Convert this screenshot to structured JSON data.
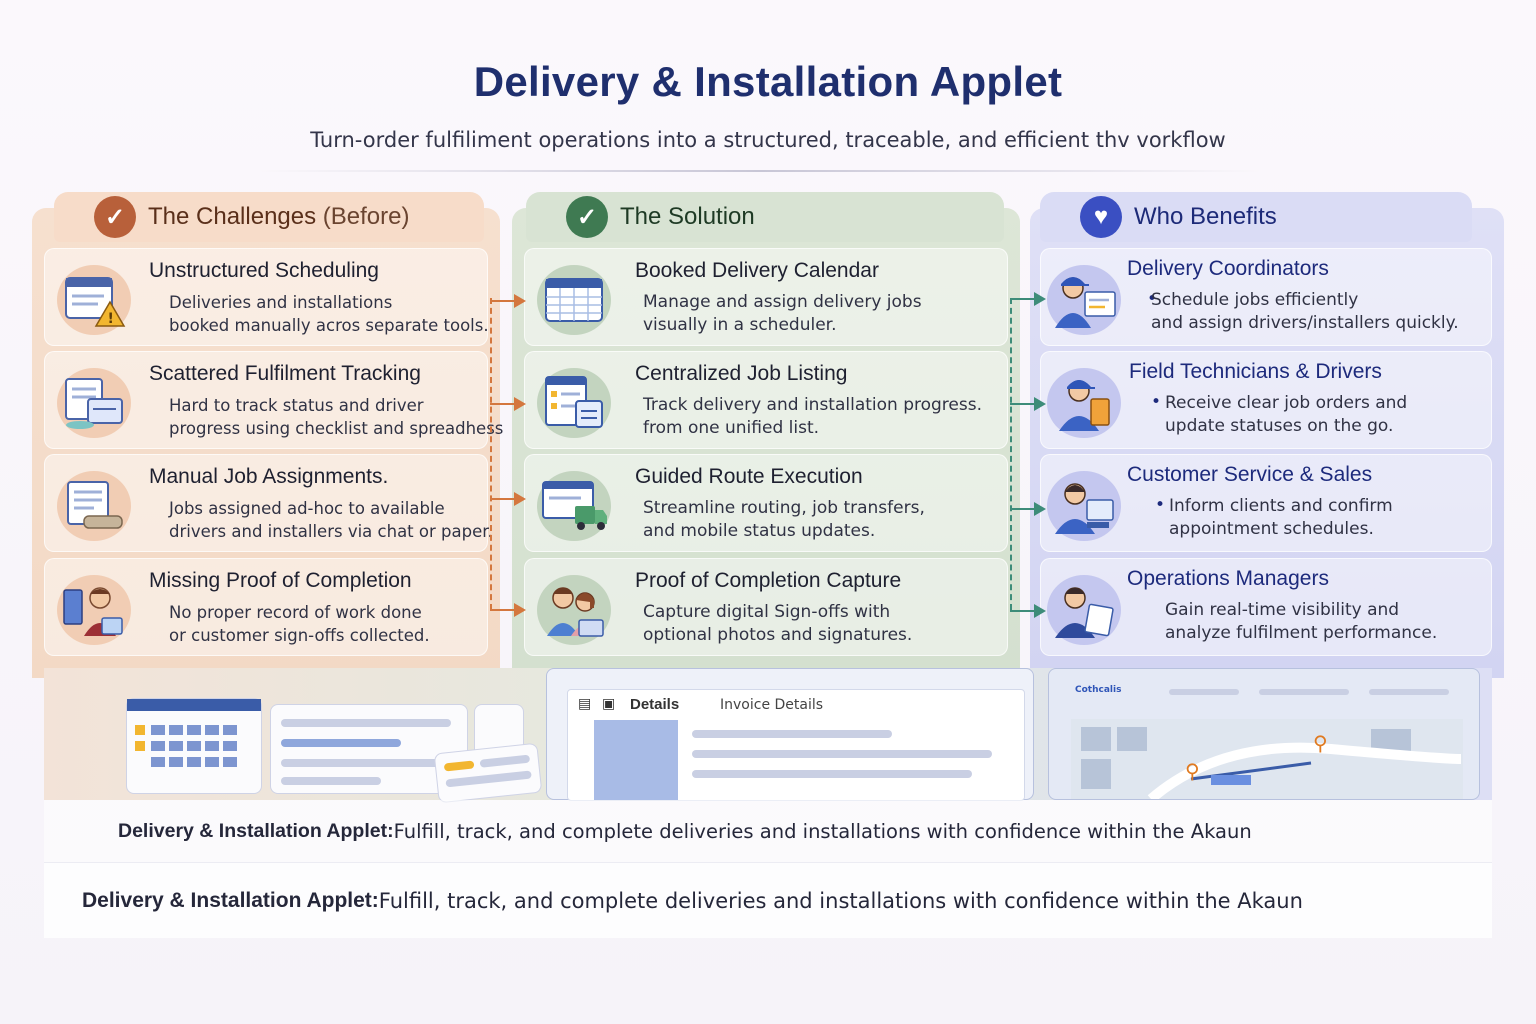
{
  "header": {
    "title": "Delivery & Installation Applet",
    "subtitle": "Turn-order fulfiliment operations into a structured, traceable, and efficient thv vorkflow"
  },
  "colors": {
    "challenge": "#b8603a",
    "solution": "#3f7a52",
    "benefit": "#3a4fc2",
    "title": "#1f2f6e"
  },
  "challenges": {
    "heading": "The Challenges",
    "heading_suffix": "(Before)",
    "items": [
      {
        "title": "Unstructured Scheduling",
        "line1": "Deliveries and installations",
        "line2": "booked manually acros separate tools.",
        "icon": "calendar-warning-icon"
      },
      {
        "title": "Scattered Fulfilment Tracking",
        "line1": "Hard to track status and driver",
        "line2": "progress using checklist and spreadhess",
        "icon": "documents-icon"
      },
      {
        "title": "Manual Job Assignments.",
        "line1": "Jobs assigned ad-hoc to available",
        "line2": "drivers and installers via chat or paper.",
        "icon": "paper-forms-icon"
      },
      {
        "title": "Missing Proof of Completion",
        "line1": "No proper record of work done",
        "line2": "or customer sign-offs collected.",
        "icon": "worker-clipboard-icon"
      }
    ]
  },
  "solution": {
    "heading": "The Solution",
    "items": [
      {
        "title": "Booked Delivery Calendar",
        "line1": "Manage and assign delivery jobs",
        "line2": "visually in a scheduler.",
        "icon": "calendar-icon"
      },
      {
        "title": "Centralized Job Listing",
        "line1": "Track delivery and installation progress.",
        "line2": "from one unified list.",
        "icon": "job-list-icon"
      },
      {
        "title": "Guided Route Execution",
        "line1": "Streamline routing, job transfers,",
        "line2": "and mobile status updates.",
        "icon": "delivery-truck-icon"
      },
      {
        "title": "Proof of Completion Capture",
        "line1": "Capture digital Sign-offs with",
        "line2": "optional photos and signatures.",
        "icon": "sign-off-people-icon"
      }
    ]
  },
  "benefits": {
    "heading": "Who Benefits",
    "items": [
      {
        "title": "Delivery Coordinators",
        "line1": "Schedule jobs efficiently",
        "line2": "and assign drivers/installers quickly.",
        "icon": "coordinator-icon"
      },
      {
        "title": "Field Technicians & Drivers",
        "line1": "Receive clear job orders and",
        "line2": "update statuses on the go.",
        "icon": "technician-icon"
      },
      {
        "title": "Customer Service & Sales",
        "line1": "Inform clients and confirm",
        "line2": "appointment schedules.",
        "icon": "customer-service-icon"
      },
      {
        "title": "Operations Managers",
        "line1": "Gain real-time visibility and",
        "line2": "analyze fulfilment performance.",
        "icon": "manager-icon"
      }
    ]
  },
  "mockups": {
    "details_tab": "Details",
    "invoice_tab": "Invoice Details",
    "map_tab": "Cothcalis"
  },
  "footer": {
    "band1_bold": "Delivery & Installation Applet:",
    "band1_text": " Fulfill, track, and complete deliveries and installations with confidence within the Akaun",
    "band2_bold": "Delivery & Installation Applet:",
    "band2_text": " Fulfill, track, and complete deliveries and installations with confidence within the Akaun"
  }
}
